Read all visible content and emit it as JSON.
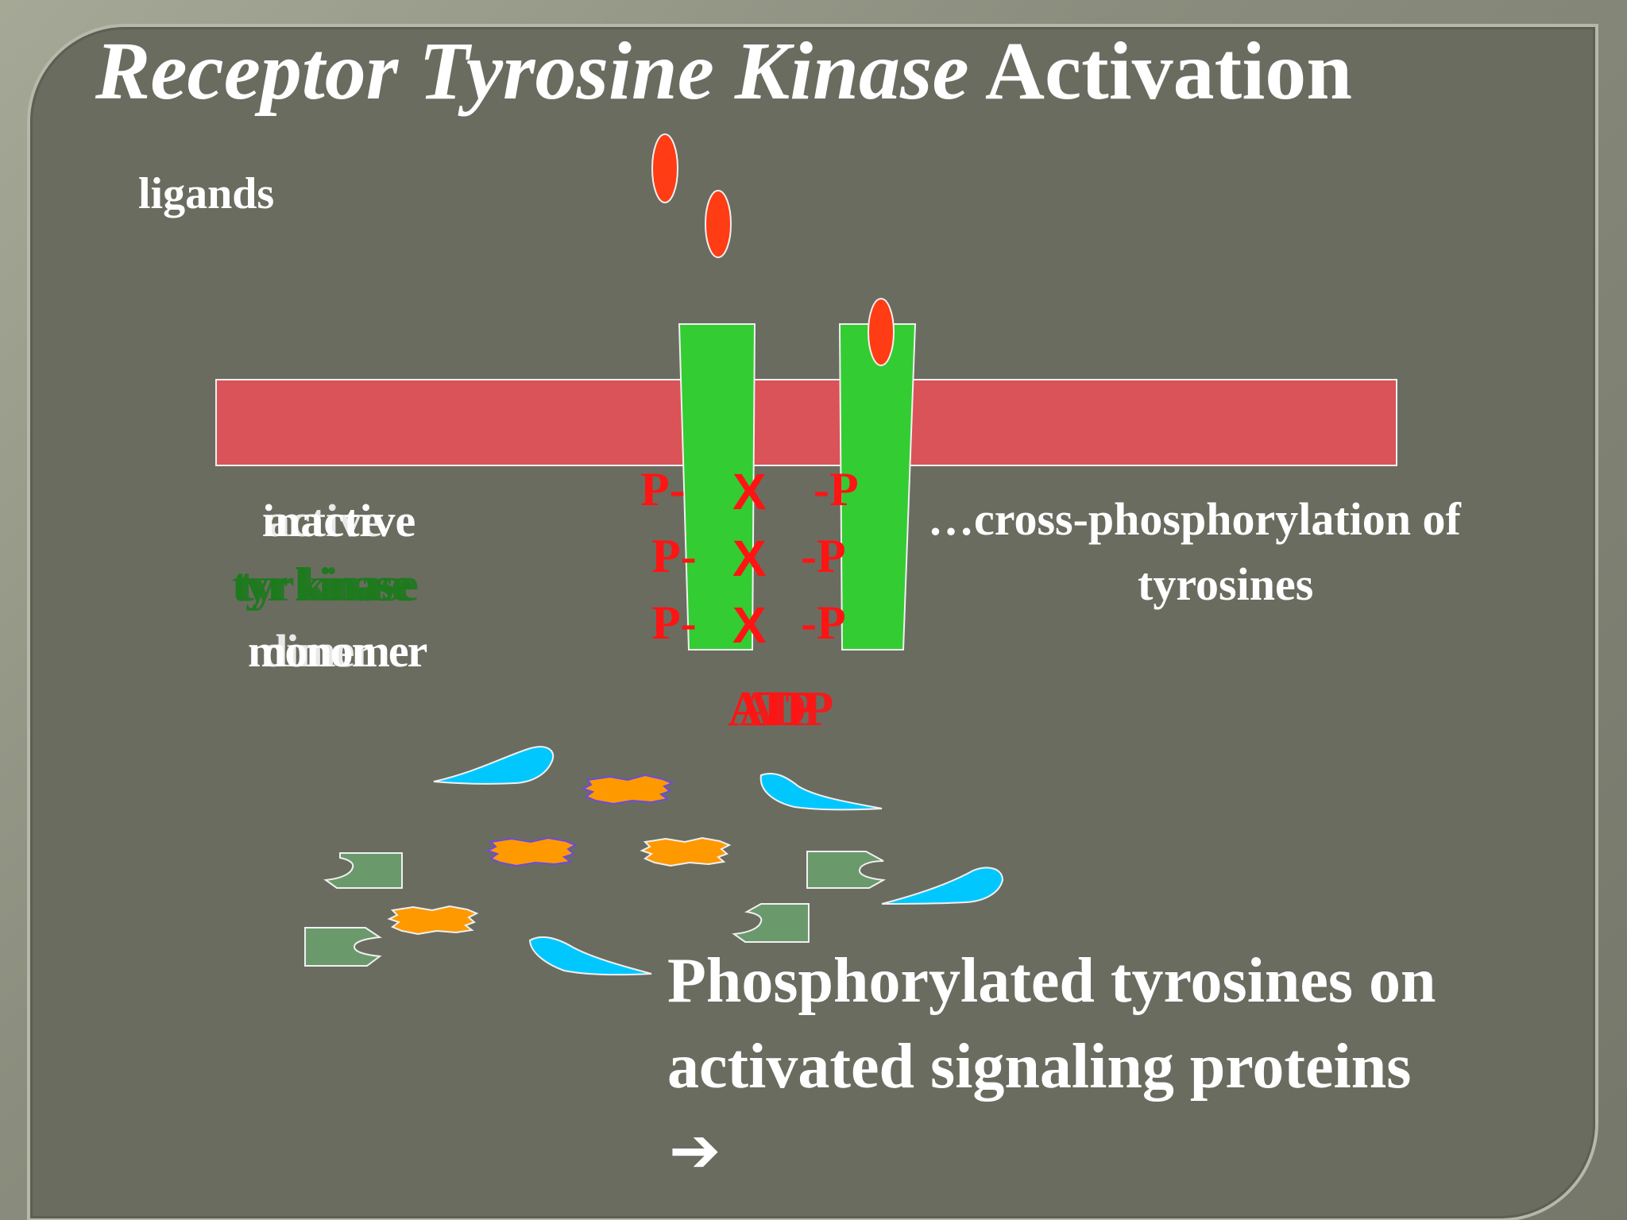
{
  "title": {
    "italic": "Receptor Tyrosine Kinase",
    "plain": "Activation"
  },
  "labels": {
    "ligands": "ligands",
    "active_a": "inactive",
    "active_b": "active",
    "kinase_a": "tyr kinase",
    "kinase_b": "tyr kinase",
    "mono_a": "monomer",
    "mono_b": "dimer",
    "adp_a": "ATP",
    "adp_b": "ADP",
    "cross_line1": "…cross-phosphorylation of",
    "cross_line2": "tyrosines",
    "phos_line1": "Phosphorylated tyrosines on",
    "phos_line2": "activated signaling proteins",
    "phos_arrow": "➔"
  },
  "phospho": {
    "left": [
      "P-",
      "P-",
      "P-"
    ],
    "cross": [
      "X",
      "X",
      "X"
    ],
    "right": [
      "-P",
      "-P",
      "-P"
    ]
  },
  "colors": {
    "membrane": "#d95358",
    "receptor": "#33cc33",
    "ligand": "#ff3c14",
    "phospho_text": "#ff1414",
    "kinase_text": "#1d7a1d",
    "protein_blue": "#00c8ff",
    "protein_orange": "#ff9900",
    "protein_green": "#6a9a6c"
  }
}
